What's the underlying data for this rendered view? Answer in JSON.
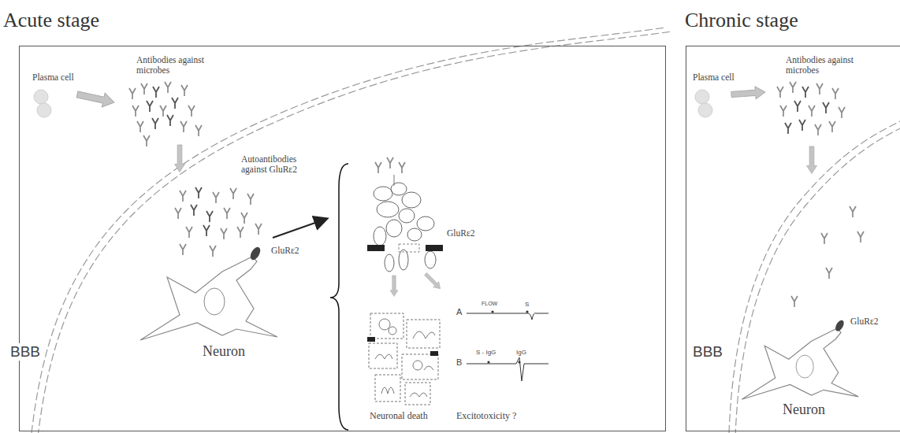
{
  "diagram": {
    "nodes": [
      {
        "text": [
          "Acute stage"
        ]
      },
      {
        "text": [
          "Chronic stage"
        ]
      }
    ],
    "labels": [
      "Plasma cell",
      "Antibodies against microbes",
      "Autoantibodies against GluRε2",
      "GluRε2",
      "BBB",
      "Neuron",
      "GluRε2",
      "FLOW",
      "S",
      "A",
      "S - IgG",
      "IgG",
      "B",
      "Neuronal death",
      "Excitotoxicity ?",
      "Plasma cell",
      "Antibodies against microbes",
      "GluRε2",
      "BBB",
      "Neuron"
    ]
  }
}
